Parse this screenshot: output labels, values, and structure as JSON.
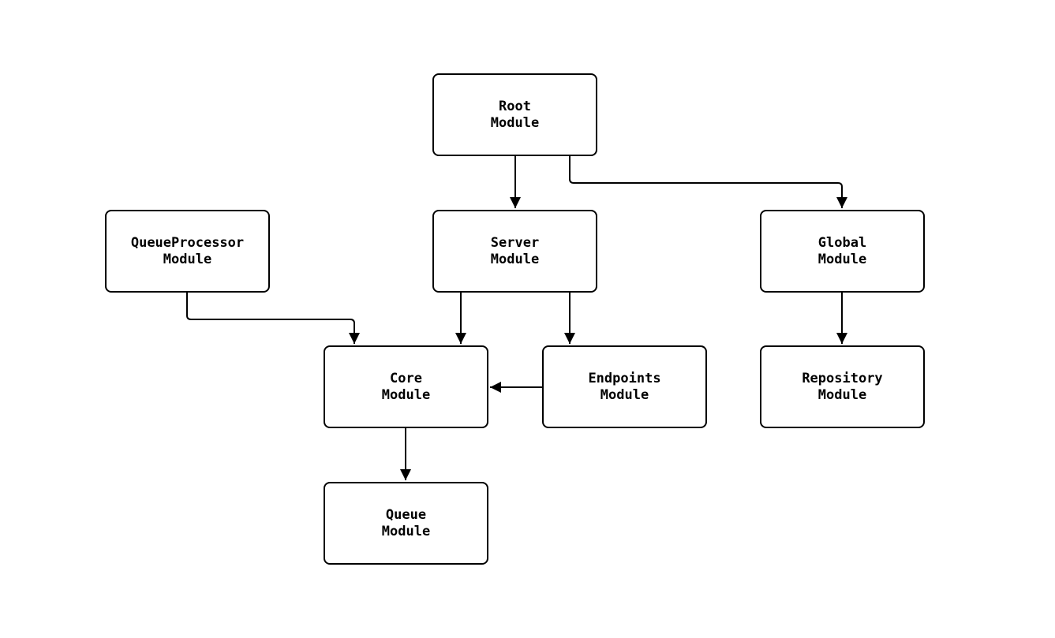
{
  "diagram": {
    "type": "flowchart",
    "colors": {
      "background": "#ffffff",
      "node_fill": "#ffffff",
      "node_border": "#000000",
      "edge": "#000000",
      "text": "#000000"
    },
    "nodes": {
      "root": {
        "label": "Root\nModule"
      },
      "server": {
        "label": "Server\nModule"
      },
      "global": {
        "label": "Global\nModule"
      },
      "queueprocessor": {
        "label": "QueueProcessor\nModule"
      },
      "core": {
        "label": "Core\nModule"
      },
      "endpoints": {
        "label": "Endpoints\nModule"
      },
      "repository": {
        "label": "Repository\nModule"
      },
      "queue": {
        "label": "Queue\nModule"
      }
    },
    "edges": [
      {
        "from": "Root Module",
        "to": "Server Module"
      },
      {
        "from": "Root Module",
        "to": "Global Module"
      },
      {
        "from": "QueueProcessor Module",
        "to": "Core Module"
      },
      {
        "from": "Server Module",
        "to": "Core Module"
      },
      {
        "from": "Server Module",
        "to": "Endpoints Module"
      },
      {
        "from": "Endpoints Module",
        "to": "Core Module"
      },
      {
        "from": "Global Module",
        "to": "Repository Module"
      },
      {
        "from": "Core Module",
        "to": "Queue Module"
      }
    ]
  }
}
